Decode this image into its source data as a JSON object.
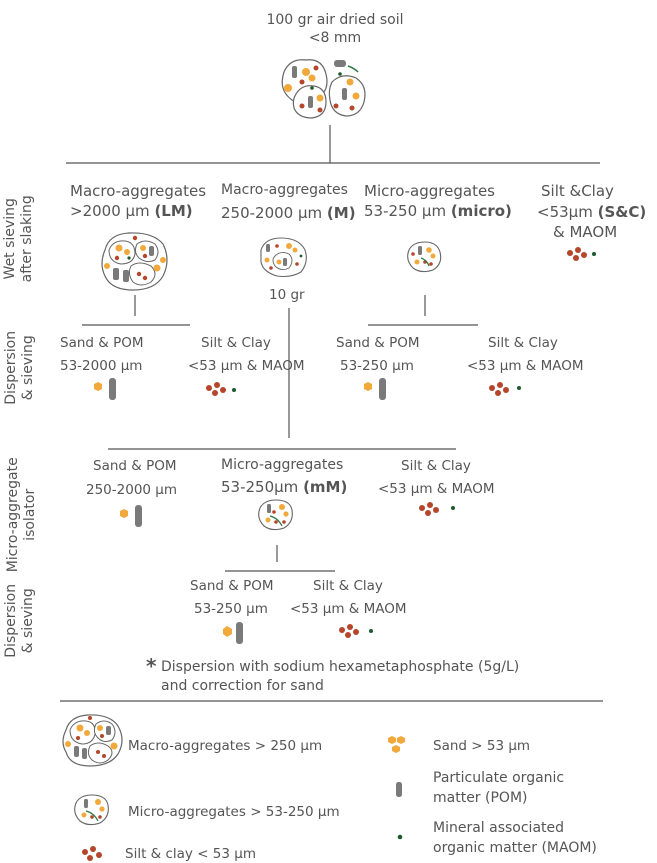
{
  "top": {
    "title_line1": "100 gr air dried soil",
    "title_line2": "<8 mm"
  },
  "wet": {
    "side_label_1": "Wet sieving",
    "side_label_2": "after slaking",
    "lm": {
      "line1": "Macro-aggregates",
      "line2_pre": ">2000 µm ",
      "line2_bold": "(LM)"
    },
    "m": {
      "line1": "Macro-aggregates",
      "line2_pre": "250-2000 µm ",
      "line2_bold": "(M)",
      "note": "10 gr"
    },
    "micro": {
      "line1": "Micro-aggregates",
      "line2_pre": "53-250 µm ",
      "line2_bold": "(micro)"
    },
    "sc": {
      "line1": "Silt &Clay",
      "line2_pre": "<53µm ",
      "line2_bold": "(S&C)",
      "line3": "& MAOM"
    }
  },
  "disp1": {
    "side_label_1": "Dispersion",
    "side_label_2": "& sieving",
    "left_pom": {
      "line1": "Sand & POM",
      "line2": "53-2000 µm"
    },
    "left_sc": {
      "line1": "Silt & Clay",
      "line2": "<53 µm & MAOM"
    },
    "right_pom": {
      "line1": "Sand & POM",
      "line2": "53-250 µm"
    },
    "right_sc": {
      "line1": "Silt & Clay",
      "line2": "<53 µm & MAOM"
    }
  },
  "isolator": {
    "side_label_1": "Micro-aggregate",
    "side_label_2": "isolator",
    "pom": {
      "line1": "Sand & POM",
      "line2": "250-2000 µm"
    },
    "mm": {
      "line1": "Micro-aggregates",
      "line2_pre": "53-250µm ",
      "line2_bold": "(mM)"
    },
    "sc": {
      "line1": "Silt & Clay",
      "line2": "<53 µm & MAOM"
    }
  },
  "disp2": {
    "side_label_1": "Dispersion",
    "side_label_2": "& sieving",
    "pom": {
      "line1": "Sand & POM",
      "line2": "53-250 µm"
    },
    "sc": {
      "line1": "Silt & Clay",
      "line2": "<53 µm & MAOM"
    }
  },
  "footnote": {
    "star": "*",
    "line1": "Dispersion with sodium hexametaphosphate (5g/L)",
    "line2": "and correction for sand"
  },
  "legend": {
    "macro": "Macro-aggregates > 250 µm",
    "micro": "Micro-aggregates > 53-250 µm",
    "siltclay": "Silt & clay < 53 µm",
    "sand": "Sand > 53 µm",
    "pom_line1": "Particulate organic",
    "pom_line2": "matter (POM)",
    "maom_line1": "Mineral associated",
    "maom_line2": "organic matter (MAOM)"
  },
  "colors": {
    "sand": "#f2a93b",
    "pom": "#7a7a7a",
    "silt_clay": "#b5452b",
    "maom": "#1f5a2e",
    "line": "#555555"
  }
}
